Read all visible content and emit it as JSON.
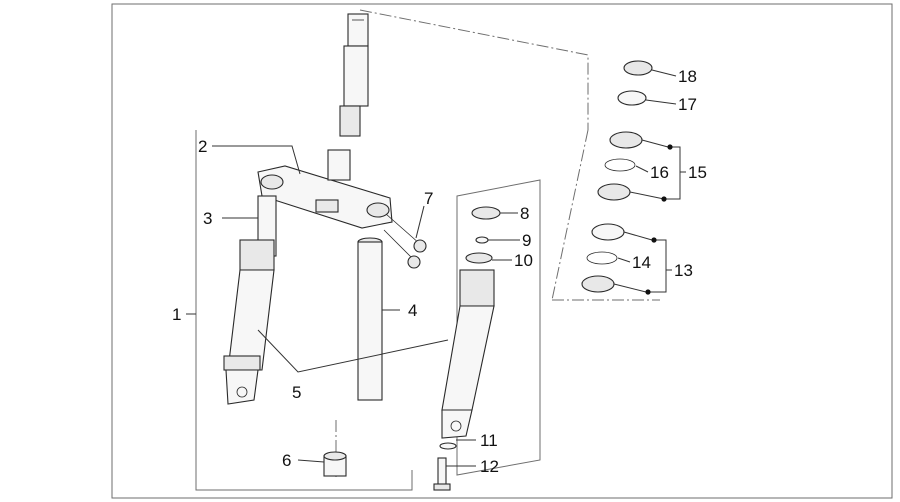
{
  "labels": {
    "l1": "1",
    "l2": "2",
    "l3": "3",
    "l4": "4",
    "l5": "5",
    "l6": "6",
    "l7": "7",
    "l8": "8",
    "l9": "9",
    "l10": "10",
    "l11": "11",
    "l12": "12",
    "l13": "13",
    "l14": "14",
    "l15": "15",
    "l16": "16",
    "l17": "17",
    "l18": "18"
  },
  "colors": {
    "line": "#333333",
    "frame": "#6e6e6e",
    "background": "#ffffff"
  }
}
